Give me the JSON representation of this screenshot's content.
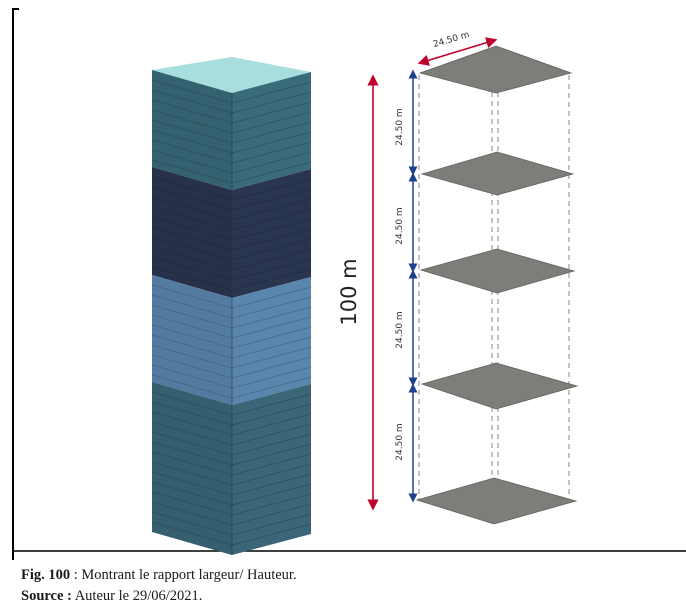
{
  "diagram": {
    "height_label": "100 m",
    "width_label": "24.50 m",
    "floor_spacing_labels": [
      "24.50 m",
      "24.50 m",
      "24.50 m",
      "24.50 m"
    ],
    "colors": {
      "tower_band_1": "#3a6b7a",
      "tower_band_2": "#2a3650",
      "tower_band_3": "#5a86ad",
      "tower_band_4": "#3a6678",
      "tower_top": "#a9dede",
      "slab": "#7c7f79",
      "height_arrow": "#c0002a",
      "spacing_arrow": "#1f3f8f"
    }
  },
  "caption": {
    "fig_label": "Fig. 100",
    "fig_text": " : Montrant le rapport largeur/ Hauteur.",
    "source_label": "Source :",
    "source_text": " Auteur le 29/06/2021."
  }
}
